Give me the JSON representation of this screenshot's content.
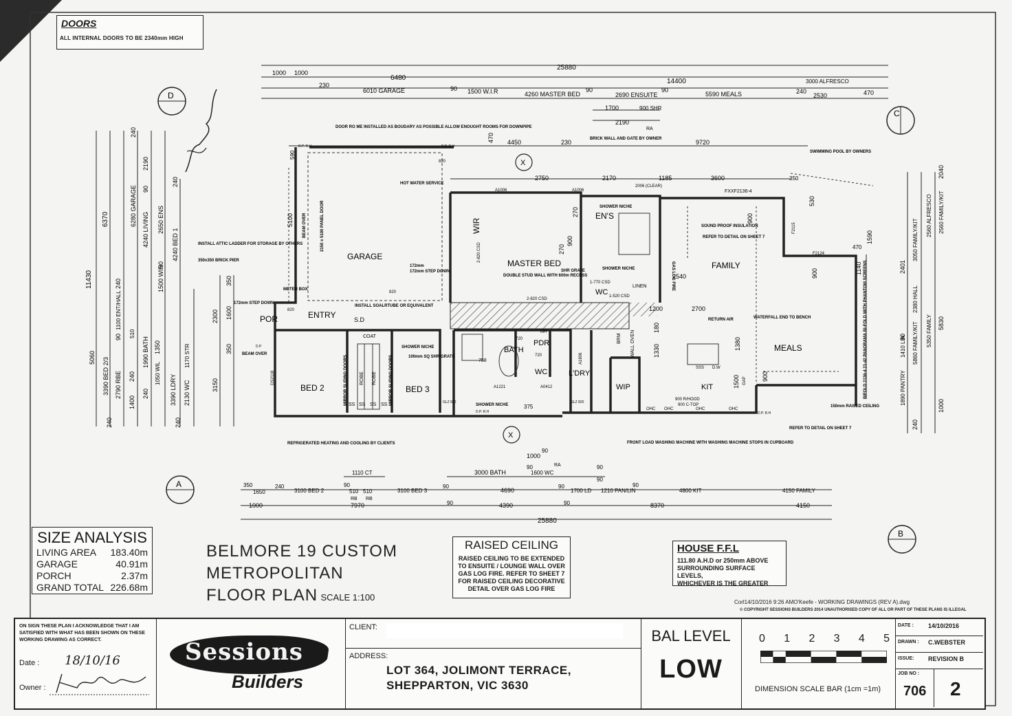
{
  "doors": {
    "title": "DOORS",
    "note": "ALL INTERNAL DOORS TO BE 2340mm HIGH"
  },
  "dimensions_top": {
    "overall": "25880",
    "row1": [
      "1000",
      "1000",
      "6480",
      "14400",
      "3000 ALFRESCO"
    ],
    "row2": [
      "230",
      "6010 GARAGE",
      "90",
      "1500 W.I.R",
      "4260 MASTER BED",
      "90",
      "2690 ENSUITE",
      "90",
      "5590 MEALS",
      "240",
      "2530",
      "470"
    ],
    "row3": [
      "1700",
      "900 SHR",
      "2190",
      "RA"
    ],
    "row4": [
      "4450",
      "230",
      "9720",
      "470"
    ],
    "row5": [
      "2750",
      "2170",
      "1185",
      "3600"
    ]
  },
  "dimensions_bottom": {
    "overall": "25880",
    "row1": [
      "1110 CT",
      "3000 BATH",
      "1000",
      "90",
      "RA",
      "90",
      "1600 WC",
      "90"
    ],
    "row2": [
      "350",
      "1650",
      "240",
      "3100 BED 2",
      "90",
      "510",
      "510",
      "3100 BED 3",
      "90",
      "4690",
      "90",
      "1700 LD",
      "90",
      "1210 PAN/LIN",
      "90",
      "4800 KIT",
      "4150 FAMILY"
    ],
    "row3": [
      "RB",
      "RB"
    ],
    "row4": [
      "1000",
      "7970",
      "90",
      "4390",
      "90",
      "8370",
      "4150"
    ]
  },
  "dimensions_left": {
    "overall": "11430",
    "col_values": [
      "6370",
      "6280 GARAGE",
      "240",
      "2190",
      "90",
      "4240 LIVING",
      "2650 ENS",
      "90",
      "240",
      "4240 BED 1",
      "1500 WIR",
      "240",
      "1100 ENT/HALL",
      "90",
      "510",
      "1990 BATH",
      "240",
      "2790 RBE",
      "1400",
      "240",
      "3390 BED 2/3",
      "5060",
      "1350",
      "1050 WIL",
      "2130 WC",
      "1170 STR",
      "3390 LDRY",
      "1600",
      "2300",
      "350",
      "350",
      "3150",
      "240",
      "240"
    ]
  },
  "dimensions_right": {
    "col_values": [
      "2040",
      "530",
      "2560 ALFRESCO",
      "3050 FAMILY/KIT",
      "2560 FAMILY/KIT",
      "1590",
      "1140",
      "2401",
      "2380 HALL",
      "90",
      "1410 LIN",
      "5860 FAMILY/KIT",
      "5350 FAMILY",
      "5830",
      "1890 PANTRY",
      "1000",
      "240"
    ]
  },
  "rooms": {
    "garage": "GARAGE",
    "master_bed": "MASTER BED",
    "wir": "WIR",
    "ensuite": "EN'S",
    "family": "FAMILY",
    "entry": "ENTRY",
    "por": "POR",
    "bed2": "BED 2",
    "bed3": "BED 3",
    "bath": "BATH",
    "pdr": "PDR",
    "wc": "WC",
    "wc2": "WC",
    "ldry": "L'DRY",
    "wip": "WIP",
    "kit": "KIT",
    "meals": "MEALS",
    "sd": "S.D",
    "coat": "COAT",
    "robe1": "ROBE",
    "robe2": "ROBE",
    "ss1": "SS",
    "ss2": "SS",
    "ss3": "SS",
    "ss4": "SS",
    "linen": "LINEN",
    "wall_oven": "WALL OVEN",
    "brm": "BRM"
  },
  "annotations": {
    "door_note": "DOOR RO ME INSTALLED AS BOUDARY AS POSSIBLE ALLOW ENOUGHT ROOMS FOR DOWNPIPE",
    "hot_water": "HOT WATER SERVICE",
    "brick_wall": "BRICK WALL AND GATE BY OWNER",
    "pool": "SWIMMING POOL BY OWNERS",
    "attic": "INSTALL ATTIC LADDER FOR STORAGE BY OTHERS",
    "pier": "350x350 BRICK PIER",
    "step_down_1": "172mm STEP DOWN",
    "step_down_2": "172mm STEP DOWN",
    "solartube": "INSTALL SOALRTUBE OR EQUIVALENT",
    "beam_over_1": "BEAM OVER",
    "beam_over_2": "BEAM OVER",
    "meter_box": "METER BOX",
    "panel_door": "2150 x 5100 PANEL DOOR",
    "garage_dim": "5100",
    "double_stud": "DOUBLE STUD WALL WITH 600m RECESS",
    "shr_grate": "SHR GRATE",
    "shower_niche_1": "SHOWER NICHE",
    "shower_niche_2": "SHOWER NICHE",
    "shower_niche_3": "SHOWER NICHE",
    "shower_niche_4": "SHOWER NICHE",
    "sound_proof": "SOUND PROOF INSULATION",
    "refer_7": "REFER TO DETAIL ON SHEET 7",
    "refer_7b": "REFER TO DETAIL ON SHEET 7",
    "waterfall": "WATERFALL END TO BENCH",
    "return_air": "RETURN AIR",
    "sq_grate": "100mm SQ SHR GRATE",
    "raised_ceiling_note": "150mm RAISED CEILING",
    "bifold": "BIFOLD 2136-4 21-42 PANORAMA BI-FOLD WITH PHANTOM SCREENS",
    "washing": "FRONT LOAD WASHING MACHINE WITH WASHING MACHINE STOPS IN CUPBOARD",
    "refrig": "REFRIGERATED HEATING AND COOLING BY CLIENTS",
    "gas_log": "GAS LOG FIRE",
    "fxxf": "FXXF2136-4",
    "f2115": "F2115",
    "f2124": "F2124",
    "a1006a": "A1006",
    "a1006b": "A1006",
    "d_clear": "2006 (CLEAR)",
    "csd_1": "2-820 CSD",
    "csd_2": "2-820 CSD",
    "csd_3": "1-770 CSD",
    "csd_4": "1-520 CSD",
    "csd_5": "820",
    "d820a": "820",
    "d820b": "820",
    "d820c": "720",
    "d820d": "720",
    "a1221": "A1221",
    "a0412": "A0412",
    "a1806": "A1806",
    "ds2118": "DS2118",
    "mirror_1": "MIRROR SLIDING DOORS",
    "mirror_2": "MIRROR SLIDING DOORS",
    "d375": "375",
    "d758": "758",
    "d172": "172mm",
    "d2700": "2700",
    "d2540": "2540",
    "d1200": "1200",
    "d1330": "1330",
    "d180": "180",
    "d1380": "1380",
    "d1500": "1500",
    "d900a": "900",
    "d900b": "900",
    "d900c": "900",
    "d270a": "270",
    "d270b": "270",
    "d900d": "900",
    "d590": "590",
    "d470": "470",
    "d350": "350",
    "sss": "SSS",
    "dw": "D.W",
    "hood": "900 R/HOOD",
    "ctop": "900 C-TOP",
    "gap": "GAP",
    "ohc1": "OHC",
    "ohc2": "OHC",
    "ohc3": "OHC",
    "ohc4": "OHC",
    "dp1": "D.P. R.H",
    "dp2": "D.P. R.H",
    "dp3": "D.P. R.H",
    "dp4": "D.P. R.H",
    "dp5": "D.P",
    "mh": "MH",
    "glz": "GLZ 820",
    "glz2": "GLZ 820"
  },
  "section_markers": {
    "d": "D",
    "c": "C",
    "a": "A",
    "b": "B",
    "x1": "X",
    "x2": "X"
  },
  "size_analysis": {
    "title": "SIZE ANALYSIS",
    "rows": [
      {
        "label": "LIVING AREA",
        "value": "183.40m"
      },
      {
        "label": "GARAGE",
        "value": "40.91m"
      },
      {
        "label": "PORCH",
        "value": "2.37m"
      },
      {
        "label": "GRAND TOTAL",
        "value": "226.68m"
      }
    ]
  },
  "project_title": {
    "line1": "BELMORE 19 CUSTOM",
    "line2": "METROPOLITAN",
    "line3": "FLOOR PLAN",
    "scale": "SCALE 1:100"
  },
  "raised_ceiling": {
    "title": "RAISED CEILING",
    "lines": [
      "RAISED CEILING TO BE EXTENDED",
      "TO ENSUITE / LOUNGE WALL OVER",
      "GAS LOG FIRE. REFER TO SHEET 7",
      "FOR RAISED CEILING DECORATIVE",
      "DETAIL OVER GAS LOG FIRE"
    ]
  },
  "house_ffl": {
    "title": "HOUSE F.F.L",
    "lines": [
      "111.80 A.H.D or 250mm ABOVE",
      "SURROUNDING SURFACE LEVELS,",
      "WHICHEVER IS THE GREATER"
    ]
  },
  "file_info": "Corl14/10/2016 9:26 AMO'Keefe - WORKING DRAWINGS (REV A).dwg",
  "copyright": "COPYRIGHT SESSIONS BUILDERS 2014 UNAUTHORISED COPY OF ALL OR PART OF THESE PLANS IS ILLEGAL",
  "title_block": {
    "sign_note": "ON SIGN THESE PLAN I ACKNOWLEDGE THAT I AM SATISFIED WITH WHAT HAS BEEN SHOWN ON THESE WORKING DRAWING AS CORRECT.",
    "date_label": "Date :",
    "date_value": "18/10/16",
    "owner_label": "Owner :",
    "logo_line1": "Sessions",
    "logo_line2": "Builders",
    "client_label": "CLIENT:",
    "address_label": "ADDRESS:",
    "address_line1": "LOT 364, JOLIMONT TERRACE,",
    "address_line2": "SHEPPARTON, VIC 3630",
    "bal_label": "BAL LEVEL",
    "bal_value": "LOW",
    "scale_numbers": [
      "0",
      "1",
      "2",
      "3",
      "4",
      "5"
    ],
    "scale_caption": "DIMENSION SCALE BAR (1cm =1m)",
    "date_key": "DATE :",
    "date_val": "14/10/2016",
    "drawn_key": "DRAWN :",
    "drawn_val": "C.WEBSTER",
    "issue_key": "ISSUE:",
    "issue_val": "REVISION B",
    "job_key": "JOB NO :",
    "job_val": "706",
    "sheet_no": "2"
  },
  "colors": {
    "ink": "#1a1a1a",
    "paper": "#f4f4f2",
    "hatch": "#555555",
    "redaction": "#ffffff"
  }
}
